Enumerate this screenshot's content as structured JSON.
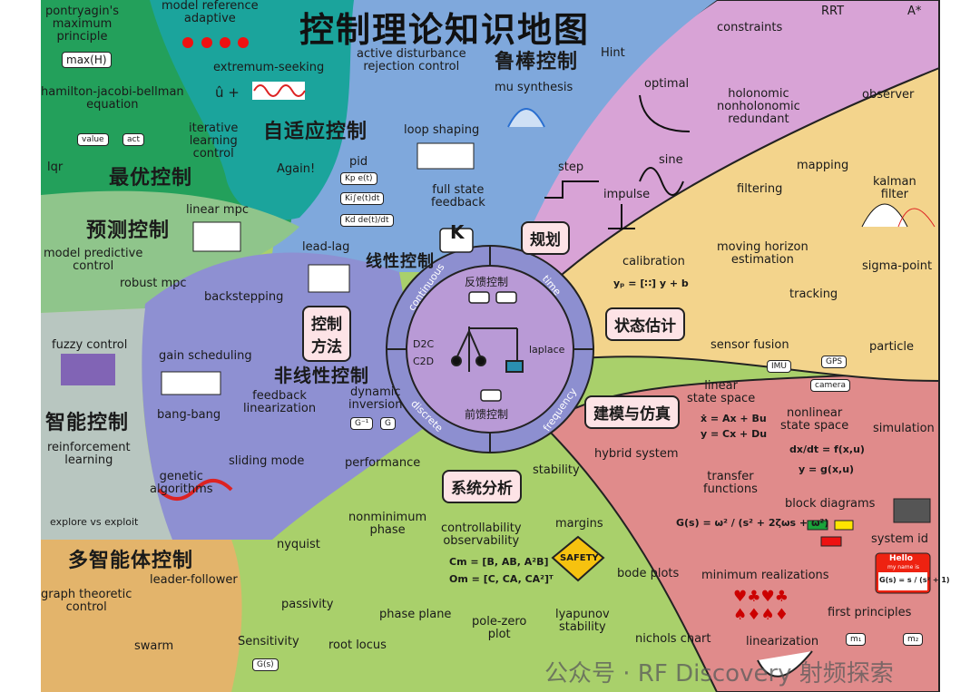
{
  "title": "控制理论知识地图",
  "watermark": "公众号 · RF Discovery 射频探索",
  "colors": {
    "optimal": "#23a05b",
    "adaptive": "#1ba49c",
    "linear": "#7fa8dc",
    "planning": "#d8a3d6",
    "estimation": "#f3d48c",
    "modeling": "#e08b8b",
    "analysis": "#a9d06b",
    "nonlinear": "#8e90d2",
    "predictive": "#8fc58b",
    "intelligent": "#b8c6c0",
    "multiagent": "#e3b46b",
    "center": "#b99ad6",
    "ring": "#8d8fd0"
  },
  "optimal": {
    "heading": "最优控制",
    "pontryagin": "pontryagin's\nmaximum\nprinciple",
    "maxh": "max(H)",
    "hjb": "hamilton-jacobi-bellman\nequation",
    "value": "value",
    "act": "act",
    "lqr": "lqr"
  },
  "adaptive": {
    "heading": "自适应控制",
    "mrac": "model reference\nadaptive",
    "esc": "extremum-seeking",
    "uhat": "û +",
    "ilc": "iterative\nlearning\ncontrol",
    "again": "Again!"
  },
  "robust": {
    "heading": "鲁棒控制",
    "adrc": "active disturbance\nrejection control",
    "mu": "mu synthesis",
    "hint": "Hint"
  },
  "linear": {
    "heading": "线性控制",
    "loop": "loop shaping",
    "pid": "pid",
    "kp": "Kp e(t)",
    "ki": "Ki∫e(t)dt",
    "kd": "Kd de(t)/dt",
    "fsf": "full state\nfeedback",
    "k": "K",
    "leadlag": "lead-lag",
    "methods": "控制\n方法"
  },
  "planning": {
    "heading": "规划",
    "optimal": "optimal",
    "constraints": "constraints",
    "rrt": "RRT",
    "astar": "A*",
    "holonomic": "holonomic\nnonholonomic\nredundant",
    "step": "step",
    "sine": "sine",
    "impulse": "impulse"
  },
  "estimation": {
    "heading": "状态估计",
    "observer": "observer",
    "filtering": "filtering",
    "mapping": "mapping",
    "kalman": "kalman\nfilter",
    "calibration": "calibration",
    "calib_eq": "yₚ = [∷] y + b",
    "mhe": "moving horizon\nestimation",
    "sigma": "sigma-point",
    "tracking": "tracking",
    "fusion": "sensor fusion",
    "particle": "particle",
    "imu": "IMU",
    "gps": "GPS",
    "camera": "camera"
  },
  "predictive": {
    "heading": "预测控制",
    "linear_mpc": "linear mpc",
    "mpc": "model predictive\ncontrol",
    "robust_mpc": "robust mpc"
  },
  "nonlinear": {
    "heading": "非线性控制",
    "backstepping": "backstepping",
    "gain": "gain scheduling",
    "fbl": "feedback\nlinearization",
    "dyninv": "dynamic\ninversion",
    "ginv": "G⁻¹",
    "g": "G",
    "bangbang": "bang-bang",
    "sliding": "sliding mode",
    "genetic": "genetic\nalgorithms"
  },
  "intelligent": {
    "heading": "智能控制",
    "fuzzy": "fuzzy control",
    "rl": "reinforcement\nlearning",
    "explore": "explore vs exploit"
  },
  "multiagent": {
    "heading": "多智能体控制",
    "leader": "leader-follower",
    "graph": "graph theoretic\ncontrol",
    "swarm": "swarm"
  },
  "center": {
    "feedback": "反馈控制",
    "feedforward": "前馈控制",
    "continuous": "continuous",
    "time": "time",
    "discrete": "discrete",
    "frequency": "frequency",
    "d2c": "D2C",
    "c2d": "C2D",
    "laplace": "laplace"
  },
  "analysis": {
    "heading": "系统分析",
    "performance": "performance",
    "stability": "stability",
    "nonmin": "nonminimum\nphase",
    "ctrl_obs": "controllability\nobservability",
    "cm": "Cm = [B, AB, A²B]",
    "om": "Om = [C, CA, CA²]ᵀ",
    "margins": "margins",
    "safety": "SAFETY",
    "nyquist": "nyquist",
    "bode": "bode plots",
    "passivity": "passivity",
    "phase": "phase plane",
    "polezero": "pole-zero\nplot",
    "lyapunov": "lyapunov\nstability",
    "nichols": "nichols chart",
    "sensitivity": "Sensitivity",
    "rootlocus": "root locus",
    "gs": "G(s)"
  },
  "modeling": {
    "heading": "建模与仿真",
    "lss": "linear\nstate space",
    "lss1": "ẋ = Ax + Bu",
    "lss2": "y = Cx + Du",
    "nlss": "nonlinear\nstate space",
    "nl1": "dx/dt = f(x,u)",
    "nl2": "y = g(x,u)",
    "hybrid": "hybrid system",
    "simulation": "simulation",
    "tf": "transfer\nfunctions",
    "tf_eq": "G(s) = ω² / (s² + 2ζωs + ω²)",
    "block": "block diagrams",
    "sysid": "system id",
    "hello": "Hello",
    "myname": "my name is",
    "hello_eq": "G(s) = s / (s² + 1)",
    "minreal": "minimum realizations",
    "cards": "♥♣♥♣ ♠♦♠♦",
    "first": "first principles",
    "linearization": "linearization",
    "m1": "m₁",
    "m2": "m₂"
  }
}
